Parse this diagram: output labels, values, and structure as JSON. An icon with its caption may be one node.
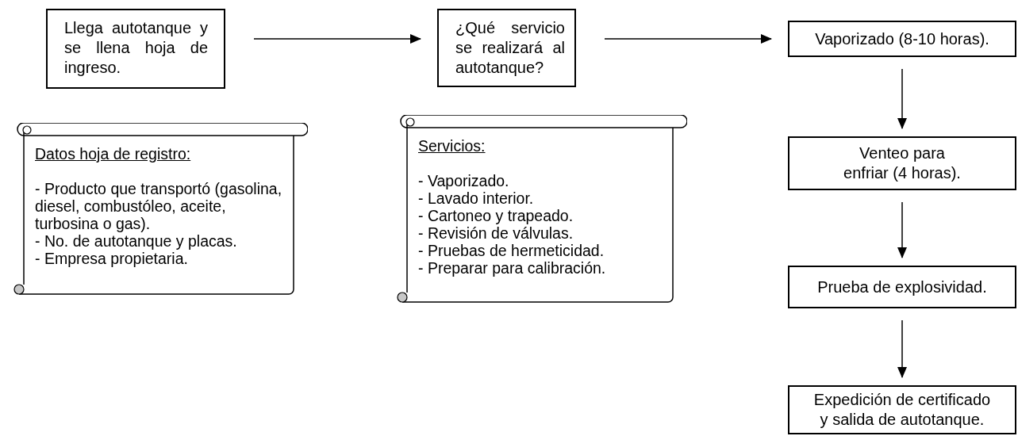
{
  "diagram": {
    "nodes": [
      {
        "text": [
          "Llega autotanque y se llena hoja de ingreso."
        ]
      },
      {
        "text": [
          "¿Qué servicio se realizará al autotanque?"
        ]
      },
      {
        "text": [
          "Vaporizado (8-10 horas)."
        ]
      },
      {
        "text": [
          "Venteo para enfriar (4 horas)."
        ]
      },
      {
        "text": [
          "Prueba de explosividad."
        ]
      },
      {
        "text": [
          "Expedición de certificado y salida de autotanque."
        ]
      },
      {
        "text": [
          "Datos hoja de registro:",
          "- Producto que transportó (gasolina, diesel, combustóleo, aceite, turbosina o gas).",
          "- No. de autotanque y placas.",
          "- Empresa propietaria."
        ]
      },
      {
        "text": [
          "Servicios:",
          "- Vaporizado.",
          "- Lavado interior.",
          "- Cartoneo y trapeado.",
          "- Revisión de válvulas.",
          "- Pruebas de hermeticidad.",
          "- Preparar para calibración."
        ]
      }
    ],
    "edges": [
      {
        "from": 0,
        "to": 1,
        "arrow": "to"
      },
      {
        "from": 1,
        "to": 2,
        "arrow": "to"
      },
      {
        "from": 2,
        "to": 3,
        "arrow": "to"
      },
      {
        "from": 3,
        "to": 4,
        "arrow": "to"
      },
      {
        "from": 4,
        "to": 5,
        "arrow": "to"
      }
    ]
  }
}
